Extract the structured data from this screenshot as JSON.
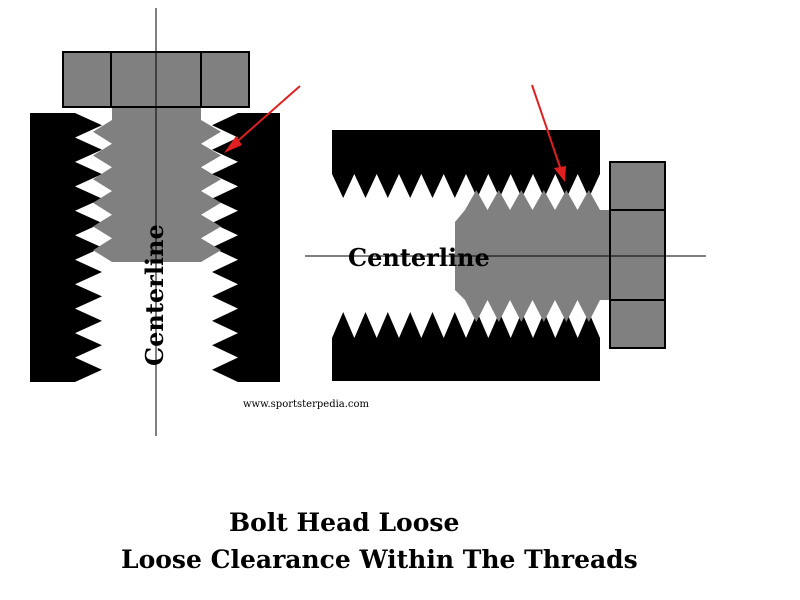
{
  "colors": {
    "background": "#ffffff",
    "housing": "#000000",
    "thread_fill": "#ffffff",
    "bolt": "#808080",
    "bolt_outline": "#000000",
    "arrow": "#e02020",
    "centerline": "#000000"
  },
  "vertical_view": {
    "centerline_label": "Centerline"
  },
  "horizontal_view": {
    "centerline_label": "Centerline"
  },
  "credit": "www.sportsterpedia.com",
  "caption": {
    "line1": "Bolt Head Loose",
    "line2": "Loose Clearance Within The Threads"
  }
}
